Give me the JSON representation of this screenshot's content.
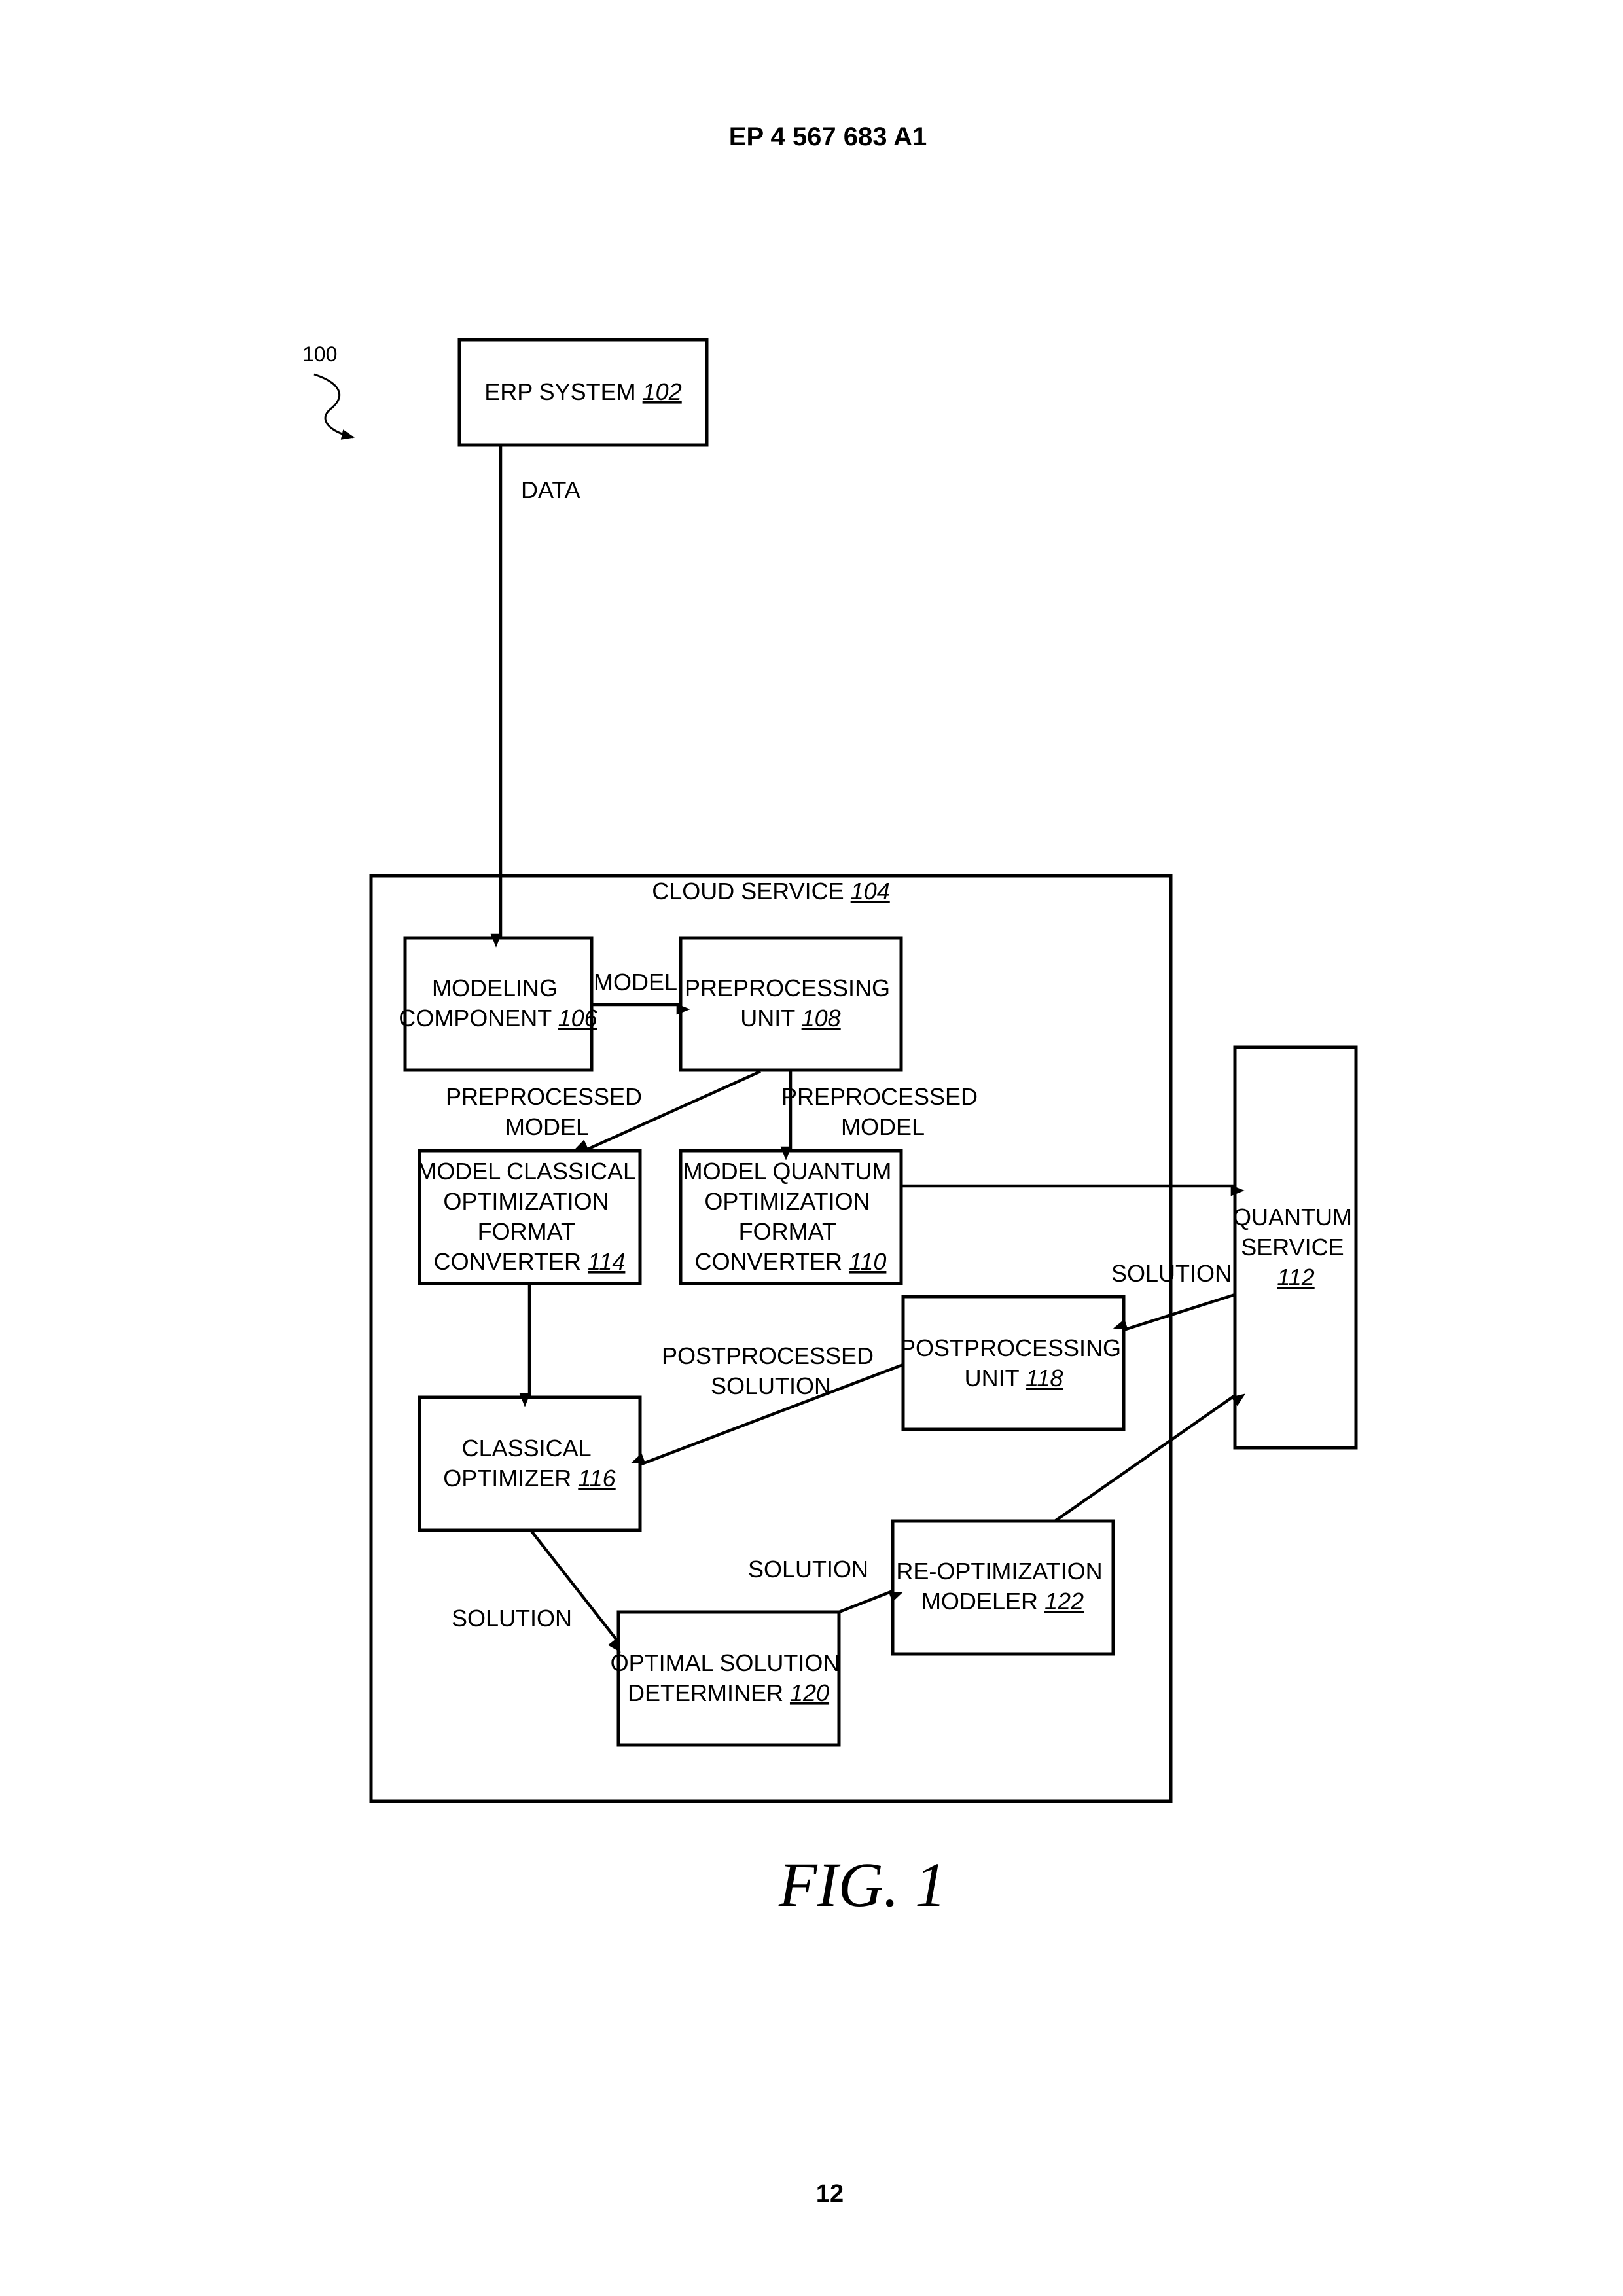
{
  "header": {
    "patent_number": "EP 4 567 683 A1"
  },
  "figure": {
    "reference": "100",
    "caption": "FIG. 1",
    "blocks": {
      "erp": {
        "lines": [
          "ERP SYSTEM "
        ],
        "ref": "102"
      },
      "cloud": {
        "lines": [
          "CLOUD SERVICE "
        ],
        "ref": "104"
      },
      "modeling": {
        "lines": [
          "MODELING",
          "COMPONENT "
        ],
        "ref": "106"
      },
      "preprocessing": {
        "lines": [
          "PREPROCESSING",
          "UNIT "
        ],
        "ref": "108"
      },
      "mqofc": {
        "lines": [
          "MODEL QUANTUM",
          "OPTIMIZATION",
          "FORMAT",
          "CONVERTER "
        ],
        "ref": "110"
      },
      "quantum": {
        "lines": [
          "QUANTUM",
          "SERVICE"
        ],
        "ref": "112"
      },
      "mcofc": {
        "lines": [
          "MODEL CLASSICAL",
          "OPTIMIZATION",
          "FORMAT",
          "CONVERTER "
        ],
        "ref": "114"
      },
      "classical": {
        "lines": [
          "CLASSICAL",
          "OPTIMIZER "
        ],
        "ref": "116"
      },
      "postprocessing": {
        "lines": [
          "POSTPROCESSING",
          "UNIT "
        ],
        "ref": "118"
      },
      "optimal": {
        "lines": [
          "OPTIMAL SOLUTION",
          "DETERMINER "
        ],
        "ref": "120"
      },
      "reopt": {
        "lines": [
          "RE-OPTIMIZATION",
          "MODELER "
        ],
        "ref": "122"
      }
    },
    "edge_labels": {
      "data": "DATA",
      "model": "MODEL",
      "preprocessed_model_left": [
        "PREPROCESSED",
        "MODEL"
      ],
      "preprocessed_model_right": [
        "PREPROCESSED",
        "MODEL"
      ],
      "solution_quantum": "SOLUTION",
      "postprocessed_solution": [
        "POSTPROCESSED",
        "SOLUTION"
      ],
      "solution_classical": "SOLUTION",
      "solution_reopt": "SOLUTION"
    }
  },
  "footer": {
    "page_number": "12"
  }
}
